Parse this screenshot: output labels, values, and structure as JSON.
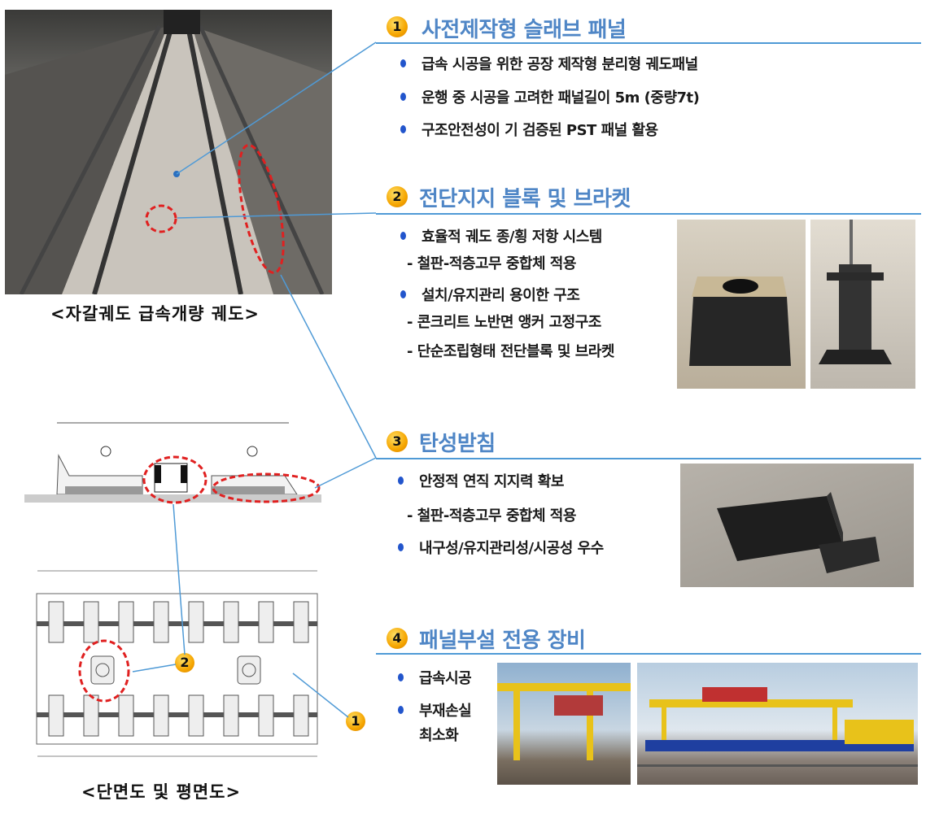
{
  "left": {
    "photo_caption": "<자갈궤도 급속개량 궤도>",
    "drawing_caption": "<단면도 및 평면도>",
    "drawing_badges": [
      "2",
      "1"
    ]
  },
  "sections": [
    {
      "number": "1",
      "title": "사전제작형 슬래브 패널",
      "items": [
        {
          "text": "급속 시공을 위한 공장 제작형 분리형 궤도패널"
        },
        {
          "text": "운행 중 시공을 고려한 패널길이 5m (중량7t)"
        },
        {
          "text": "구조안전성이 기 검증된 PST 패널 활용"
        }
      ]
    },
    {
      "number": "2",
      "title": "전단지지 블록 및 브라켓",
      "items": [
        {
          "text": "효율적 궤도 종/횡 저항 시스템",
          "subs": [
            "- 철판-적층고무 중합체 적용"
          ]
        },
        {
          "text": "설치/유지관리 용이한 구조",
          "subs": [
            "- 콘크리트 노반면 앵커 고정구조",
            "- 단순조립형태 전단블록 및 브라켓"
          ]
        }
      ]
    },
    {
      "number": "3",
      "title": "탄성받침",
      "items": [
        {
          "text": "안정적 연직 지지력 확보",
          "subs": [
            "- 철판-적층고무 중합체 적용"
          ]
        },
        {
          "text": "내구성/유지관리성/시공성 우수"
        }
      ]
    },
    {
      "number": "4",
      "title": "패널부설 전용 장비",
      "items": [
        {
          "text": "급속시공"
        },
        {
          "text": "부재손실",
          "subs": [
            "최소화"
          ]
        }
      ]
    }
  ],
  "colors": {
    "title": "#4f86c6",
    "line": "#4f9ad6",
    "highlight": "#e02020",
    "badge": "#f5a500",
    "bullet": "#2255cc"
  }
}
